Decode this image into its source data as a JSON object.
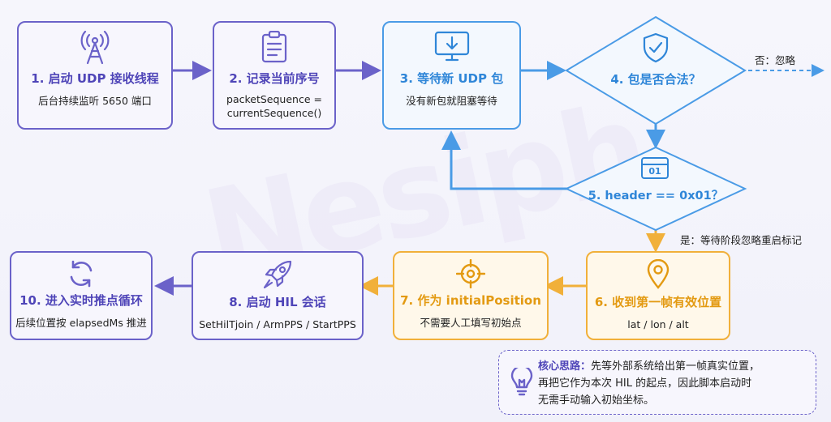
{
  "steps": {
    "s1": {
      "title": "1. 启动 UDP 接收线程",
      "sub": "后台持续监听 5650 端口"
    },
    "s2": {
      "title": "2. 记录当前序号",
      "sub1": "packetSequence =",
      "sub2": "currentSequence()"
    },
    "s3": {
      "title": "3. 等待新 UDP 包",
      "sub": "没有新包就阻塞等待"
    },
    "s4": {
      "title": "4. 包是否合法？"
    },
    "s5": {
      "title": "5. header == 0x01？",
      "icon_text": "01"
    },
    "s6": {
      "title": "6. 收到第一帧有效位置",
      "sub": "lat / lon / alt"
    },
    "s7": {
      "title": "7. 作为 initialPosition",
      "sub": "不需要人工填写初始点"
    },
    "s8": {
      "title": "8. 启动 HIL 会话",
      "sub": "SetHilTjoin / ArmPPS / StartPPS"
    },
    "s10": {
      "title": "10. 进入实时推点循环",
      "sub": "后续位置按 elapsedMs 推进"
    }
  },
  "notes": {
    "no_branch": "否：忽略",
    "yes_branch": "是：等待阶段忽略重启标记"
  },
  "core": {
    "key": "核心思路：",
    "line1": "先等外部系统给出第一帧真实位置，",
    "line2": "再把它作为本次 HIL 的起点，因此脚本启动时",
    "line3": "无需手动输入初始坐标。"
  },
  "watermark": "Nesiph",
  "colors": {
    "purple": "#6b62c9",
    "blue": "#4a9be6",
    "orange": "#f1b03a"
  }
}
